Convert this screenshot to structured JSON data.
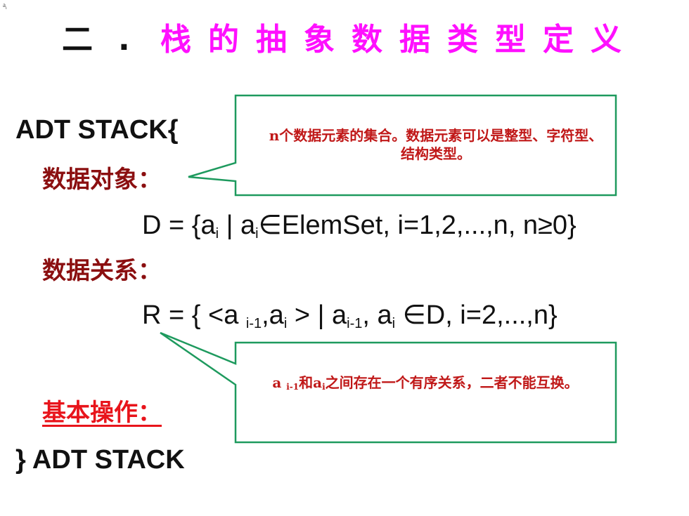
{
  "corner_mark": "a",
  "corner_mark_sub": "i",
  "title": {
    "number": "二",
    "separator": ".",
    "text": "栈的抽象数据类型定义"
  },
  "adt_open": "ADT STACK{",
  "sections": {
    "data_objects": "数据对象：",
    "data_relations": "数据关系：",
    "basic_operations": "基本操作："
  },
  "formula_d": {
    "prefix": "D = {a",
    "sub1": "i",
    "mid": " | a",
    "sub2": "i",
    "rest": "∈ElemSet, i=1,2,...,n, n≥0}"
  },
  "formula_r": {
    "prefix": "R = { <a ",
    "sub1": "i-1",
    "p2": ",a",
    "sub2": "i",
    "p3": " > | a",
    "sub3": "i-1",
    "p4": ", a",
    "sub4": "i",
    "p5": " ∈D, i=2,...,n}"
  },
  "callout_top": "n个数据元素的集合。数据元素可以是整型、字符型、结构类型。",
  "callout_bottom": {
    "a_label": "a ",
    "sub1": "i-1",
    "p2": "和a",
    "sub2": "i",
    "p3": "之间存在一个有序关系，二者不能互换。"
  },
  "adt_close": "} ADT STACK",
  "colors": {
    "title_accent": "#ff10ff",
    "section_text": "#8b0f10",
    "operations_text": "#e8141b",
    "callout_border": "#1e9a5e",
    "callout_text": "#c01818"
  }
}
